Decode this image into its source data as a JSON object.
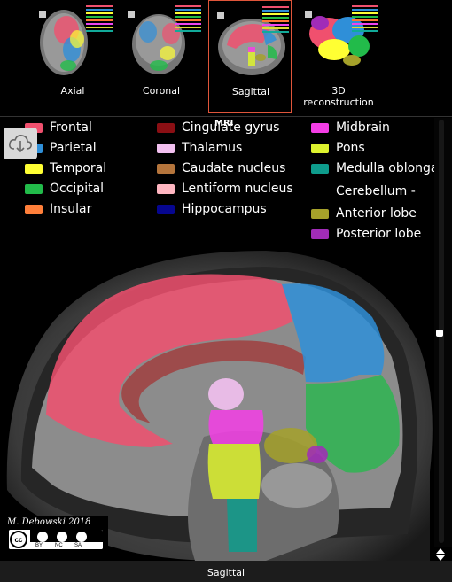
{
  "views": [
    {
      "label": "Axial",
      "selected": false
    },
    {
      "label": "Coronal",
      "selected": false
    },
    {
      "label": "Sagittal",
      "selected": true
    },
    {
      "label_line1": "3D",
      "label_line2": "reconstruction",
      "selected": false
    }
  ],
  "mri_caption": "MRI",
  "legend": {
    "col1": [
      {
        "label": "Frontal",
        "color": "#f0506e"
      },
      {
        "label": "Parietal",
        "color": "#2f8fd8"
      },
      {
        "label": "Temporal",
        "color": "#ffff33"
      },
      {
        "label": "Occipital",
        "color": "#22bb4a"
      },
      {
        "label": "Insular",
        "color": "#ff7f3a"
      }
    ],
    "col2": [
      {
        "label": "Cingulate gyrus",
        "color": "#8b0f14"
      },
      {
        "label": "Thalamus",
        "color": "#f2c0f0"
      },
      {
        "label": "Caudate nucleus",
        "color": "#b5753c"
      },
      {
        "label": "Lentiform nucleus",
        "color": "#ffb6c1"
      },
      {
        "label": "Hippocampus",
        "color": "#060690"
      }
    ],
    "col3": [
      {
        "label": "Midbrain",
        "color": "#f43ee6"
      },
      {
        "label": "Pons",
        "color": "#ddf22e"
      },
      {
        "label": "Medulla oblongata",
        "color": "#0e9c8c"
      }
    ],
    "cerebellum_heading": "Cerebellum -",
    "cerebellum": [
      {
        "label": "Anterior lobe",
        "color": "#a5a12a"
      },
      {
        "label": "Posterior lobe",
        "color": "#a12cb8"
      }
    ]
  },
  "credit": {
    "author": "M. Debowski 2018",
    "license": [
      "BY",
      "NC",
      "SA"
    ]
  },
  "bottom_label": "Sagittal",
  "icons": {
    "download": "cloud-download-icon",
    "scroll": "scroll-arrows-icon"
  }
}
